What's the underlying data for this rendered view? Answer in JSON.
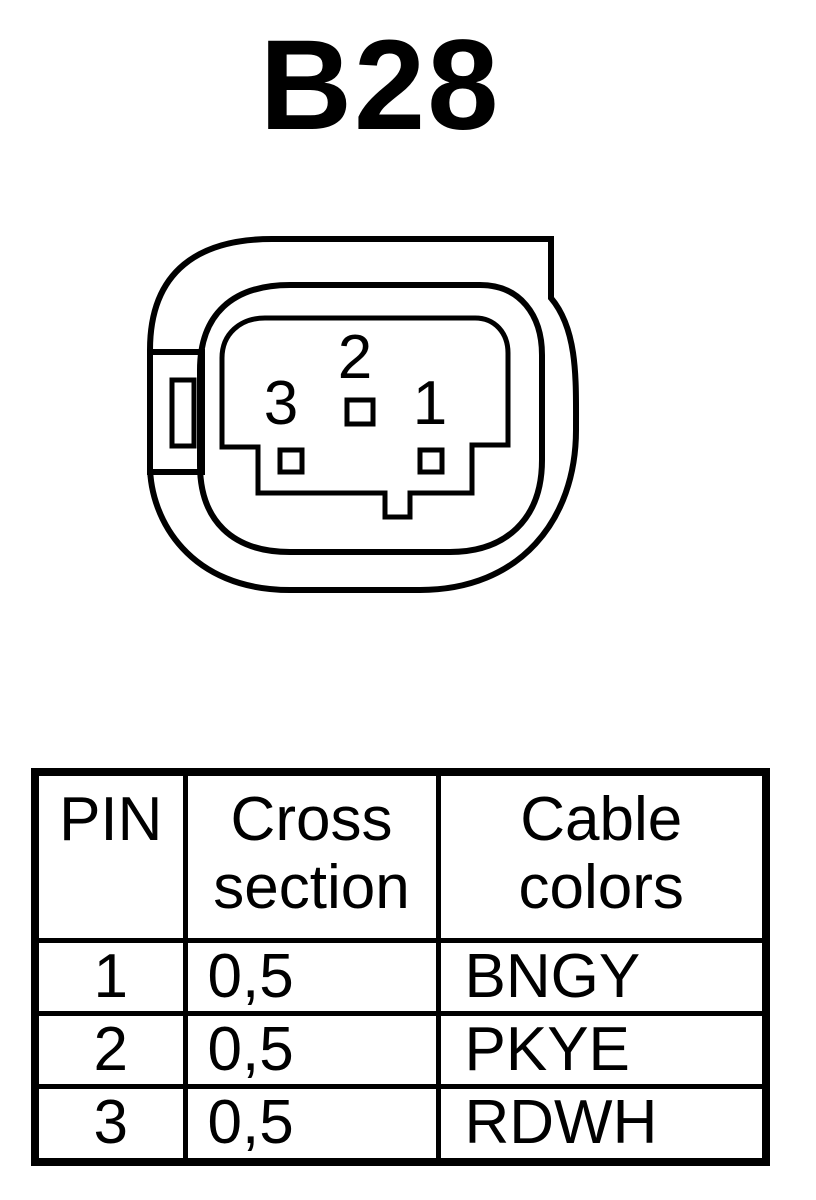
{
  "connector": {
    "id": "B28",
    "pin_labels": [
      "2",
      "3",
      "1"
    ]
  },
  "table": {
    "headers": {
      "pin": "PIN",
      "cross_line1": "Cross",
      "cross_line2": "section",
      "color_line1": "Cable",
      "color_line2": "colors"
    },
    "rows": [
      {
        "pin": "1",
        "cross": "0,5",
        "color": "BNGY"
      },
      {
        "pin": "2",
        "cross": "0,5",
        "color": "PKYE"
      },
      {
        "pin": "3",
        "cross": "0,5",
        "color": "RDWH"
      }
    ]
  },
  "colors": {
    "ink": "#000000",
    "background": "#ffffff"
  }
}
